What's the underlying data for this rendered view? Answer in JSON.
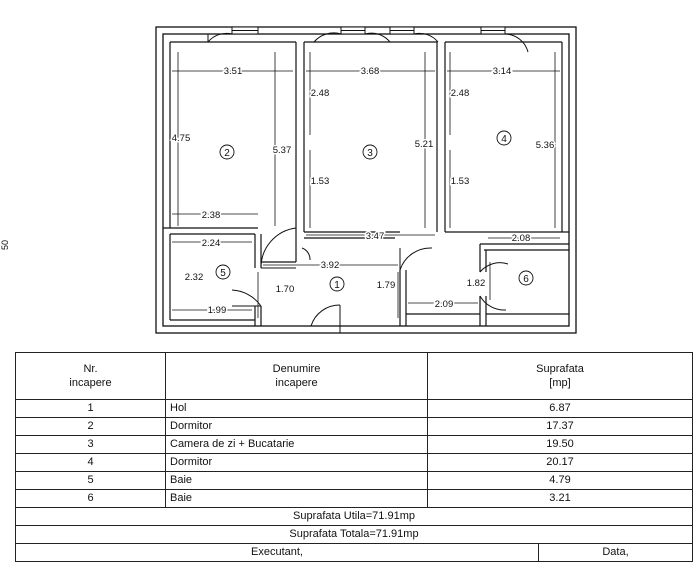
{
  "side_note": "50",
  "plan": {
    "room_numbers": [
      "1",
      "2",
      "3",
      "4",
      "5",
      "6"
    ],
    "dimensions": {
      "r2_width": "3.51",
      "r3_width": "3.68",
      "r4_width": "3.14",
      "r2_depth": "4.75",
      "r2_depth_right": "5.37",
      "r2_bottom": "2.38",
      "r3_top_wall": "2.48",
      "r3_mid_wall": "1.53",
      "r3_depth": "5.21",
      "r3_bottom": "3.47",
      "r4_top_wall": "2.48",
      "r4_mid_wall": "1.53",
      "r4_depth": "5.36",
      "r4_bottom": "2.08",
      "r5_width": "2.24",
      "r5_height": "2.32",
      "r5_bottom": "1.99",
      "hall_width": "3.92",
      "hall_left": "1.70",
      "hall_right": "1.79",
      "r6_height": "1.82",
      "r6_bottom": "2.09"
    }
  },
  "table": {
    "headers": {
      "nr": "Nr.\nincapere",
      "name": "Denumire\nincapere",
      "area": "Suprafata\n[mp]"
    },
    "rows": [
      {
        "nr": "1",
        "name": "Hol",
        "area": "6.87"
      },
      {
        "nr": "2",
        "name": "Dormitor",
        "area": "17.37"
      },
      {
        "nr": "3",
        "name": "Camera de zi + Bucatarie",
        "area": "19.50"
      },
      {
        "nr": "4",
        "name": "Dormitor",
        "area": "20.17"
      },
      {
        "nr": "5",
        "name": "Baie",
        "area": "4.79"
      },
      {
        "nr": "6",
        "name": "Baie",
        "area": "3.21"
      }
    ],
    "usable_area": "Suprafata Utila=71.91mp",
    "total_area": "Suprafata Totala=71.91mp",
    "executant_label": "Executant,",
    "date_label": "Data,"
  }
}
